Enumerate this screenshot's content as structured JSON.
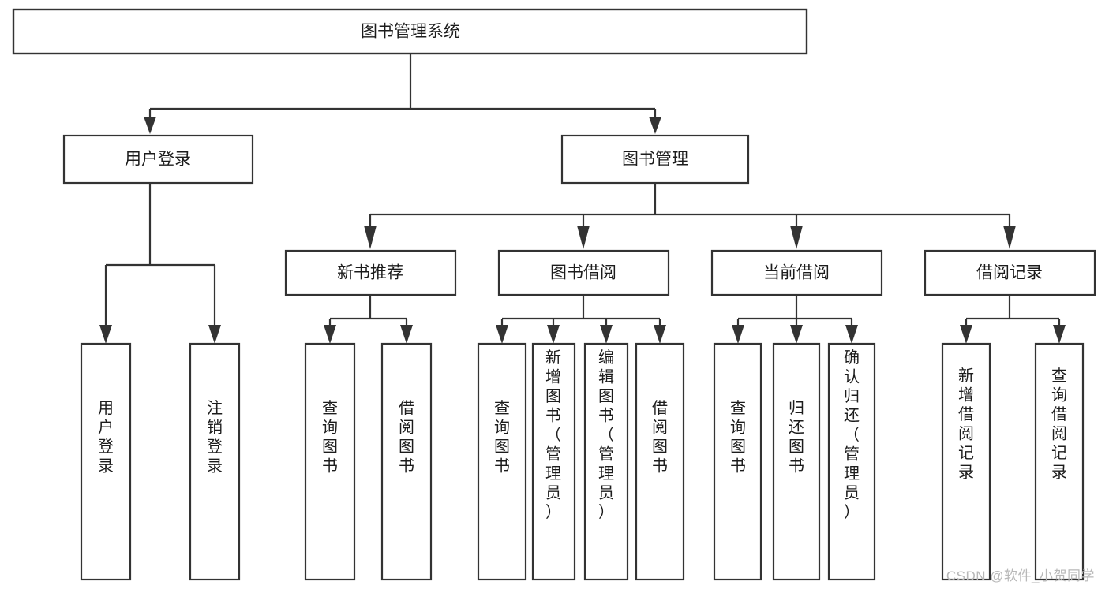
{
  "diagram": {
    "type": "tree",
    "title": "图书管理系统",
    "orientation": "top-down",
    "colors": {
      "stroke": "#333333",
      "fill": "#ffffff",
      "text": "#1c1c1c",
      "watermark": "#b8b8b8"
    },
    "watermark": "CSDN @软件_小贺同学",
    "root": {
      "label": "图书管理系统",
      "level": 0
    },
    "level2": [
      {
        "label": "用户登录",
        "level": 1
      },
      {
        "label": "图书管理",
        "level": 1
      }
    ],
    "level3": [
      {
        "label": "新书推荐",
        "level": 2,
        "parent": "图书管理"
      },
      {
        "label": "图书借阅",
        "level": 2,
        "parent": "图书管理"
      },
      {
        "label": "当前借阅",
        "level": 2,
        "parent": "图书管理"
      },
      {
        "label": "借阅记录",
        "level": 2,
        "parent": "图书管理"
      }
    ],
    "leaves": [
      {
        "label": "用户登录",
        "parent": "用户登录",
        "orientation": "vertical"
      },
      {
        "label": "注销登录",
        "parent": "用户登录",
        "orientation": "vertical"
      },
      {
        "label": "查询图书",
        "parent": "新书推荐",
        "orientation": "vertical"
      },
      {
        "label": "借阅图书",
        "parent": "新书推荐",
        "orientation": "vertical"
      },
      {
        "label": "查询图书",
        "parent": "图书借阅",
        "orientation": "vertical"
      },
      {
        "label": "新增图书（管理员）",
        "parent": "图书借阅",
        "orientation": "vertical"
      },
      {
        "label": "编辑图书（管理员）",
        "parent": "图书借阅",
        "orientation": "vertical"
      },
      {
        "label": "借阅图书",
        "parent": "图书借阅",
        "orientation": "vertical"
      },
      {
        "label": "查询图书",
        "parent": "当前借阅",
        "orientation": "vertical"
      },
      {
        "label": "归还图书",
        "parent": "当前借阅",
        "orientation": "vertical"
      },
      {
        "label": "确认归还（管理员）",
        "parent": "当前借阅",
        "orientation": "vertical"
      },
      {
        "label": "新增借阅记录",
        "parent": "借阅记录",
        "orientation": "vertical"
      },
      {
        "label": "查询借阅记录",
        "parent": "借阅记录",
        "orientation": "vertical"
      }
    ]
  }
}
